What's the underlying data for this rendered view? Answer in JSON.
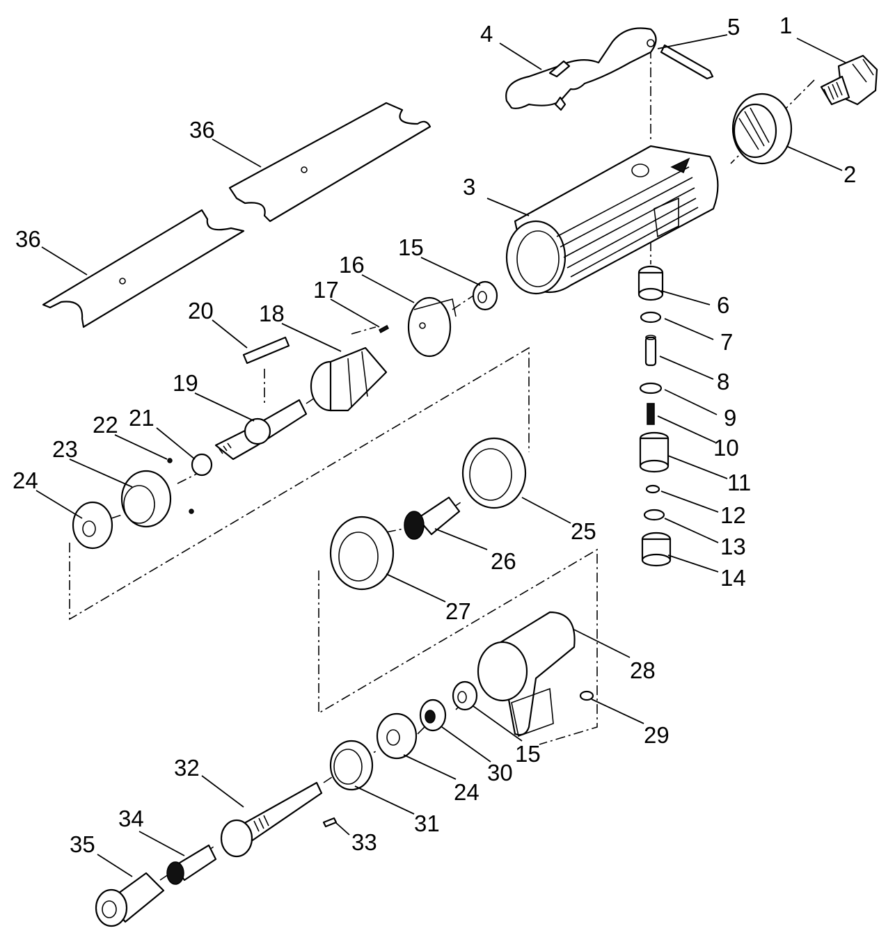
{
  "callouts": {
    "p1": "1",
    "p2": "2",
    "p3": "3",
    "p4": "4",
    "p5": "5",
    "p6": "6",
    "p7": "7",
    "p8": "8",
    "p9": "9",
    "p10": "10",
    "p11": "11",
    "p12": "12",
    "p13": "13",
    "p14": "14",
    "p15a": "15",
    "p15b": "15",
    "p16": "16",
    "p17": "17",
    "p18": "18",
    "p19": "19",
    "p20": "20",
    "p21": "21",
    "p22": "22",
    "p23": "23",
    "p24a": "24",
    "p24b": "24",
    "p25": "25",
    "p26": "26",
    "p27": "27",
    "p28": "28",
    "p29": "29",
    "p30": "30",
    "p31": "31",
    "p32": "32",
    "p33": "33",
    "p34": "34",
    "p35": "35",
    "p36a": "36",
    "p36b": "36"
  }
}
